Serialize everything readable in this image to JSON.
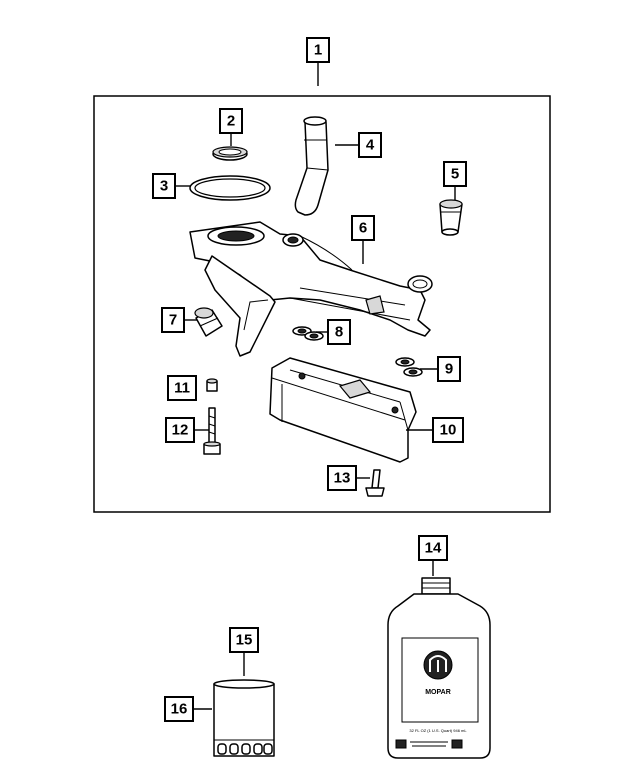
{
  "callouts": [
    {
      "id": "1",
      "label": "1"
    },
    {
      "id": "2",
      "label": "2"
    },
    {
      "id": "3",
      "label": "3"
    },
    {
      "id": "4",
      "label": "4"
    },
    {
      "id": "5",
      "label": "5"
    },
    {
      "id": "6",
      "label": "6"
    },
    {
      "id": "7",
      "label": "7"
    },
    {
      "id": "8",
      "label": "8"
    },
    {
      "id": "9",
      "label": "9"
    },
    {
      "id": "10",
      "label": "10"
    },
    {
      "id": "11",
      "label": "11"
    },
    {
      "id": "12",
      "label": "12"
    },
    {
      "id": "13",
      "label": "13"
    },
    {
      "id": "14",
      "label": "14"
    },
    {
      "id": "15",
      "label": "15"
    },
    {
      "id": "16",
      "label": "16"
    }
  ],
  "bottle_label": {
    "brand": "MOPAR",
    "volume": "32 FL OZ (1 U.S. Quart) 946 mL"
  }
}
